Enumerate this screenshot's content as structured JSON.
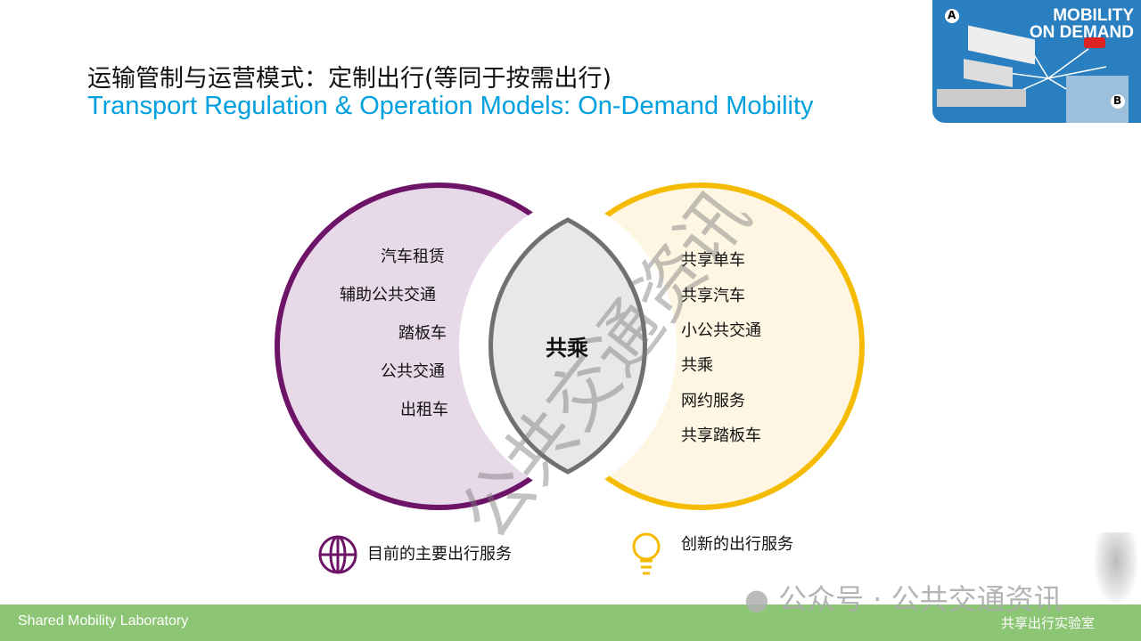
{
  "header": {
    "title_cn": "运输管制与运营模式：定制出行(等同于按需出行)",
    "title_en": "Transport Regulation & Operation Models: On-Demand Mobility"
  },
  "hero": {
    "title_line1": "MOBILITY",
    "title_line2": "ON DEMAND",
    "marker_a": "A",
    "marker_b": "B"
  },
  "venn": {
    "left_items": [
      "汽车租赁",
      "辅助公共交通",
      "踏板车",
      "公共交通",
      "出租车"
    ],
    "center": "共乘",
    "right_items": [
      "共享单车",
      "共享汽车",
      "小公共交通",
      "共乘",
      "网约服务",
      "共享踏板车"
    ],
    "colors": {
      "left": "#6e1468",
      "right": "#f5bb00",
      "center": "#707070"
    }
  },
  "legend": {
    "left": "目前的主要出行服务",
    "right": "创新的出行服务"
  },
  "watermark": {
    "diagonal": "公共交通资讯",
    "bottom": "公众号 · 公共交通资讯"
  },
  "footer": {
    "left": "Shared Mobility Laboratory",
    "right": "共享出行实验室"
  }
}
